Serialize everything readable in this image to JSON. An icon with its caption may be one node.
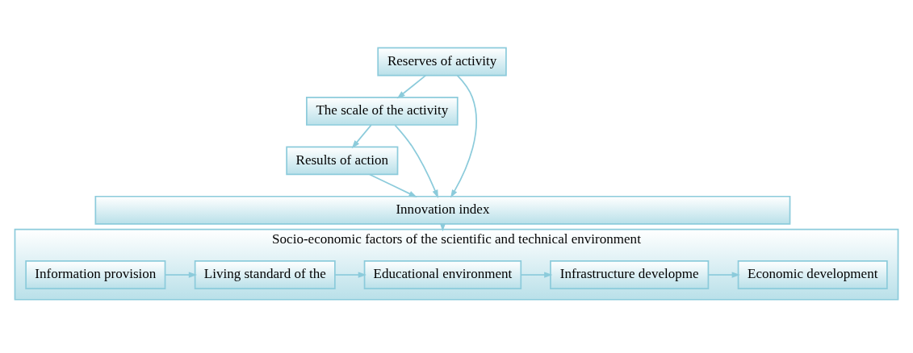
{
  "diagram": {
    "nodes": [
      {
        "text": [
          "Reserves of activity"
        ]
      },
      {
        "text": [
          "The scale of the activity"
        ]
      },
      {
        "text": [
          "Results of action"
        ]
      },
      {
        "text": [
          "Innovation index"
        ]
      },
      {
        "text": [
          "Socio-economic factors of the scientific and technical environment"
        ]
      },
      {
        "text": [
          "Information provision"
        ],
        "in": 4
      },
      {
        "text": [
          "Living standard of the"
        ],
        "in": 4
      },
      {
        "text": [
          "Educational environment"
        ],
        "in": 4
      },
      {
        "text": [
          "Infrastructure developme"
        ],
        "in": 4
      },
      {
        "text": [
          "Economic development"
        ],
        "in": 4
      }
    ],
    "edges": [
      {
        "from": 0,
        "to": 1,
        "arrow": "to"
      },
      {
        "from": 1,
        "to": 2,
        "arrow": "to"
      },
      {
        "from": 0,
        "to": 3,
        "arrow": "to"
      },
      {
        "from": 1,
        "to": 3,
        "arrow": "to"
      },
      {
        "from": 2,
        "to": 3,
        "arrow": "to"
      },
      {
        "from": 3,
        "to": 4,
        "arrow": "to"
      },
      {
        "from": 5,
        "to": 6,
        "arrow": "to"
      },
      {
        "from": 6,
        "to": 7,
        "arrow": "to"
      },
      {
        "from": 7,
        "to": 8,
        "arrow": "to"
      },
      {
        "from": 8,
        "to": 9,
        "arrow": "to"
      }
    ]
  }
}
